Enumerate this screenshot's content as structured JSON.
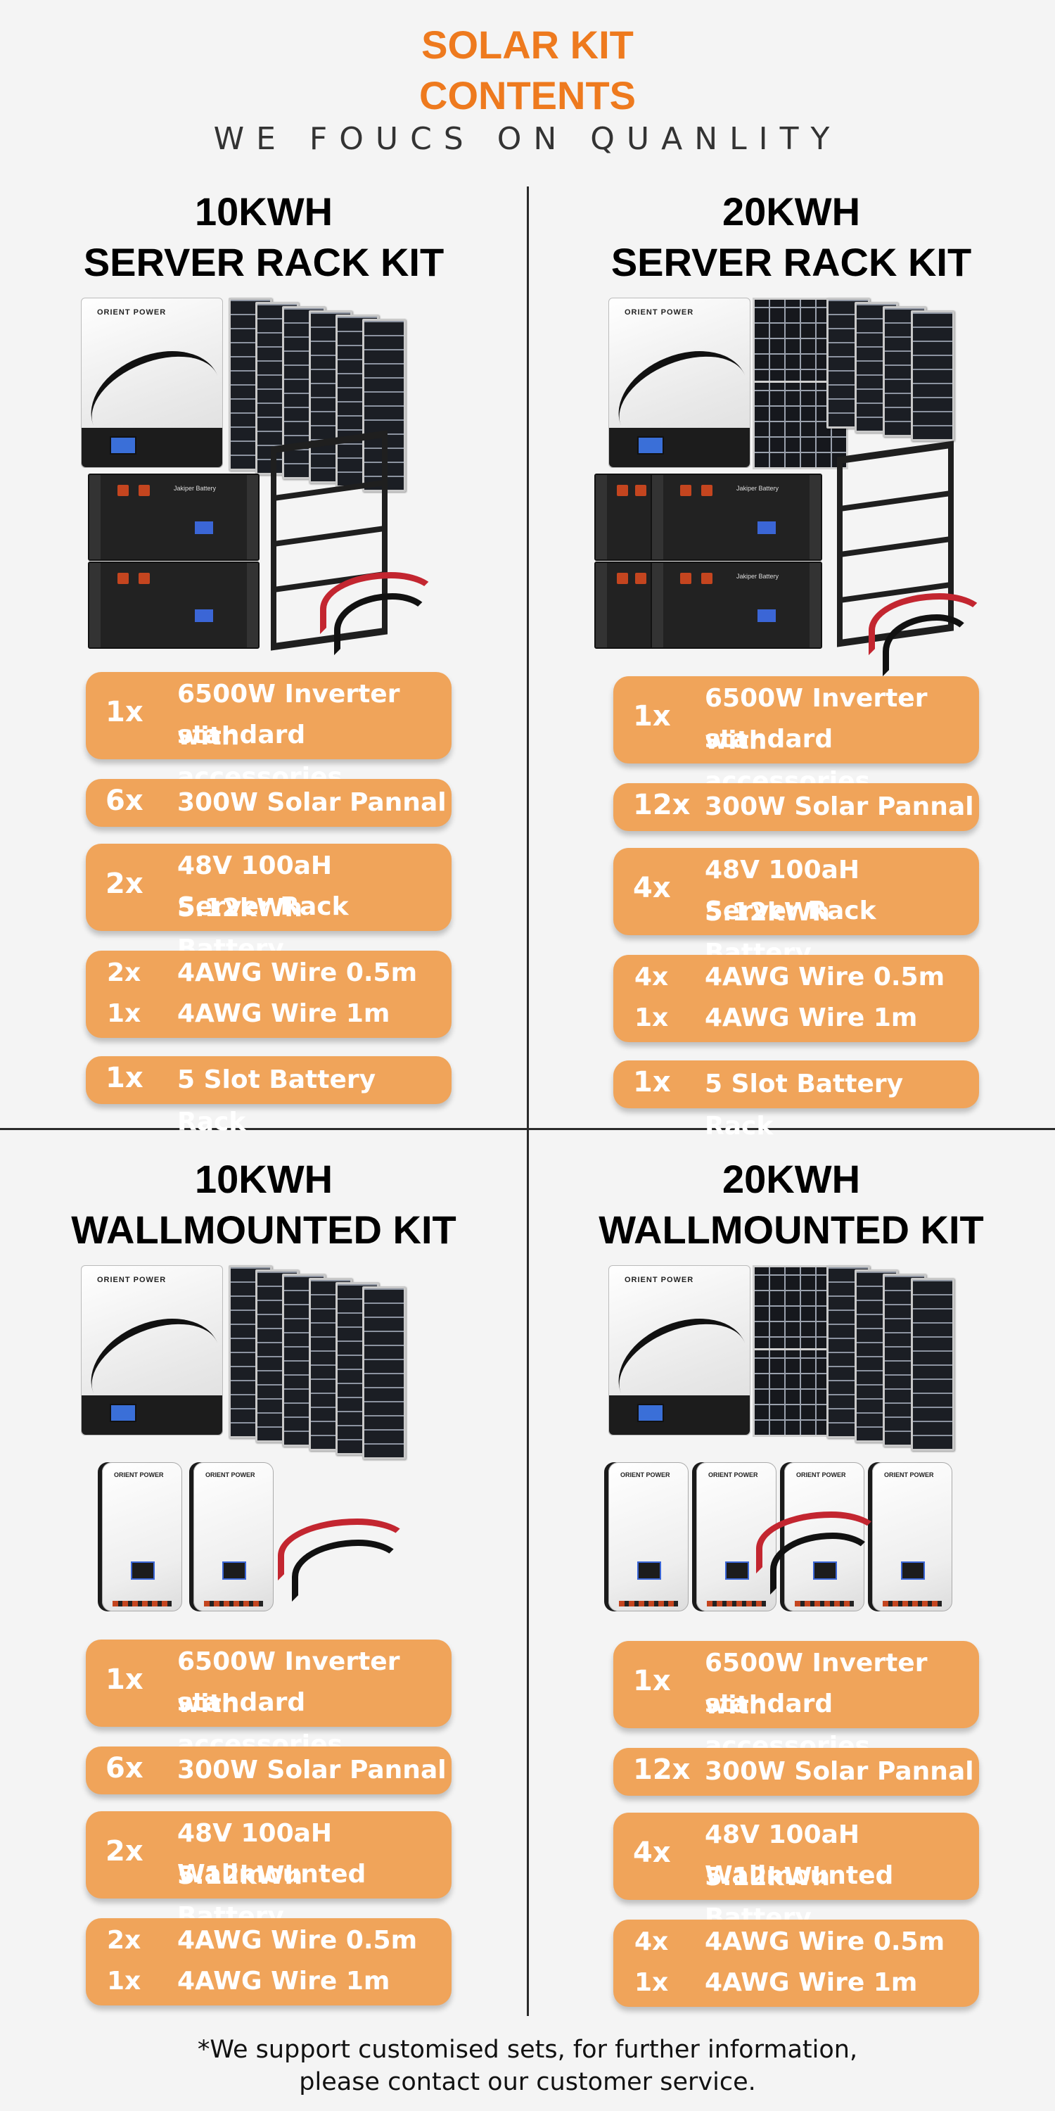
{
  "header": {
    "title_line1": "SOLAR KIT",
    "title_line2": "CONTENTS",
    "tagline": "WE FOUCS ON QUANLITY"
  },
  "brand": {
    "inverter_brand": "ORIENT POWER",
    "rack_battery_brand": "Jakiper Battery"
  },
  "kits": [
    {
      "title_line1": "10KWH",
      "title_line2": "SERVER RACK KIT",
      "items": [
        {
          "qty": "1x",
          "line1": "6500W Inverter with",
          "line2": "standard accessories"
        },
        {
          "qty": "6x",
          "line1": "300W Solar Pannal"
        },
        {
          "qty": "2x",
          "line1": "48V 100aH 5.12kWh",
          "line2": "Server Rack Battery"
        },
        {
          "rows": [
            {
              "qty": "2x",
              "text": "4AWG Wire 0.5m"
            },
            {
              "qty": "1x",
              "text": "4AWG Wire 1m"
            }
          ]
        },
        {
          "qty": "1x",
          "line1": "5 Slot Battery Rack"
        }
      ]
    },
    {
      "title_line1": "20KWH",
      "title_line2": "SERVER RACK KIT",
      "items": [
        {
          "qty": "1x",
          "line1": "6500W Inverter with",
          "line2": "standard accessories"
        },
        {
          "qty": "12x",
          "line1": "300W Solar Pannal"
        },
        {
          "qty": "4x",
          "line1": "48V 100aH 5.12kWh",
          "line2": "Server Rack Battery"
        },
        {
          "rows": [
            {
              "qty": "4x",
              "text": "4AWG Wire 0.5m"
            },
            {
              "qty": "1x",
              "text": "4AWG Wire 1m"
            }
          ]
        },
        {
          "qty": "1x",
          "line1": "5 Slot Battery Rack"
        }
      ]
    },
    {
      "title_line1": "10KWH",
      "title_line2": "WALLMOUNTED KIT",
      "items": [
        {
          "qty": "1x",
          "line1": "6500W Inverter with",
          "line2": "standard accessories"
        },
        {
          "qty": "6x",
          "line1": "300W Solar Pannal"
        },
        {
          "qty": "2x",
          "line1": "48V 100aH 5.12kWh",
          "line2": "Wallmounted Battery"
        },
        {
          "rows": [
            {
              "qty": "2x",
              "text": "4AWG Wire 0.5m"
            },
            {
              "qty": "1x",
              "text": "4AWG Wire 1m"
            }
          ]
        }
      ]
    },
    {
      "title_line1": "20KWH",
      "title_line2": "WALLMOUNTED KIT",
      "items": [
        {
          "qty": "1x",
          "line1": "6500W Inverter with",
          "line2": "standard accessories"
        },
        {
          "qty": "12x",
          "line1": "300W Solar Pannal"
        },
        {
          "qty": "4x",
          "line1": "48V 100aH 5.12kWh",
          "line2": "Wallmounted Battery"
        },
        {
          "rows": [
            {
              "qty": "4x",
              "text": "4AWG Wire 0.5m"
            },
            {
              "qty": "1x",
              "text": "4AWG Wire 1m"
            }
          ]
        }
      ]
    }
  ],
  "footer": {
    "line1": "*We support customised sets, for further information,",
    "line2": "please contact our customer service."
  },
  "colors": {
    "accent_orange": "#ee7a1e",
    "item_box": "#f0a45a",
    "divider": "#2b2b2b"
  }
}
